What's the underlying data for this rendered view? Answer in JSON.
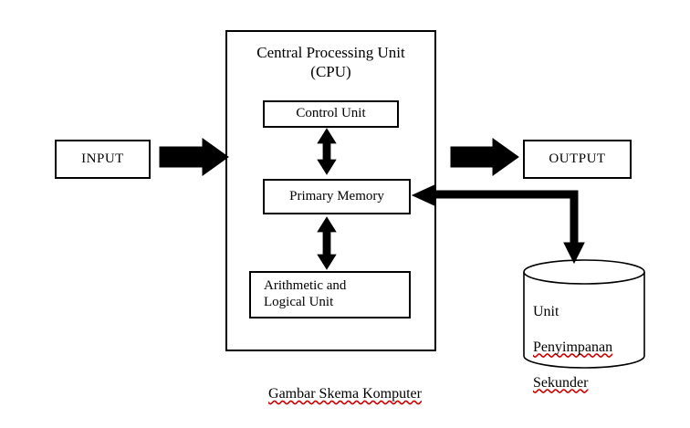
{
  "diagram": {
    "caption": "Gambar Skema Komputer",
    "caption_words_flagged": [
      "Gambar",
      "Skema",
      "Komputer"
    ],
    "background_color": "#ffffff",
    "stroke_color": "#000000",
    "spellcheck_color": "#cc0000",
    "cpu": {
      "title": "Central Processing Unit\n(CPU)",
      "units": [
        {
          "id": "control-unit",
          "label": "Control Unit"
        },
        {
          "id": "primary-memory",
          "label": "Primary Memory"
        },
        {
          "id": "arithmetic-logical-unit",
          "label": "Arithmetic and\nLogical Unit"
        }
      ]
    },
    "io": {
      "input": "INPUT",
      "output": "OUTPUT"
    },
    "storage": {
      "label": "Unit\nPenyimpanan\nSekunder",
      "label_line_1": "Unit",
      "label_line_2": "Penyimpanan",
      "label_line_3": "Sekunder",
      "shape": "cylinder"
    },
    "connectors": [
      {
        "id": "input-to-cpu",
        "from": "INPUT",
        "to": "Central Processing Unit",
        "style": "block-arrow",
        "direction": "right"
      },
      {
        "id": "cpu-to-output",
        "from": "Central Processing Unit",
        "to": "OUTPUT",
        "style": "block-arrow",
        "direction": "right"
      },
      {
        "id": "control-unit-primary-memory",
        "from": "Control Unit",
        "to": "Primary Memory",
        "style": "double-arrow",
        "direction": "vertical"
      },
      {
        "id": "primary-memory-alu",
        "from": "Primary Memory",
        "to": "Arithmetic and Logical Unit",
        "style": "double-arrow",
        "direction": "vertical"
      },
      {
        "id": "storage-to-primary-memory",
        "from": "Unit Penyimpanan Sekunder",
        "to": "Primary Memory",
        "style": "elbow-double-arrow",
        "direction": "left-and-down"
      }
    ]
  }
}
